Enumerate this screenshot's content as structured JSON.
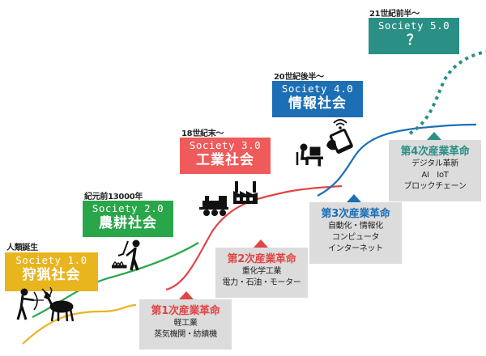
{
  "colors": {
    "society1": "#e8b51e",
    "society2": "#2aa64a",
    "society3": "#ef5a5a",
    "society4": "#1c6fb5",
    "society5": "#2a8f84",
    "rev1": "#e14545",
    "rev2": "#e14545",
    "rev3": "#1c6fb5",
    "rev4": "#2a8f84",
    "rev_bg": "#dcdcdc"
  },
  "eras": [
    {
      "time": "人類誕生",
      "en": "Society 1.0",
      "jp": "狩猟社会"
    },
    {
      "time": "紀元前13000年",
      "en": "Society 2.0",
      "jp": "農耕社会"
    },
    {
      "time": "18世紀末～",
      "en": "Society 3.0",
      "jp": "工業社会"
    },
    {
      "time": "20世紀後半～",
      "en": "Society 4.0",
      "jp": "情報社会"
    },
    {
      "time": "21世紀前半～",
      "en": "Society 5.0",
      "jp": "？"
    }
  ],
  "revolutions": [
    {
      "title": "第1次産業革命",
      "lines": [
        "軽工業",
        "蒸気機関・紡績機"
      ]
    },
    {
      "title": "第2次産業革命",
      "lines": [
        "重化学工業",
        "電力・石油・モーター"
      ]
    },
    {
      "title": "第3次産業革命",
      "lines": [
        "自動化・情報化",
        "コンピュータ",
        "インターネット"
      ]
    },
    {
      "title": "第4次産業革命",
      "lines": [
        "デジタル革新",
        "AI　IoT",
        "ブロックチェーン"
      ]
    }
  ],
  "icons": [
    "hunter-deer-icon",
    "farmer-icon",
    "train-icon",
    "factory-icon",
    "computer-user-icon",
    "smartphone-icon"
  ]
}
